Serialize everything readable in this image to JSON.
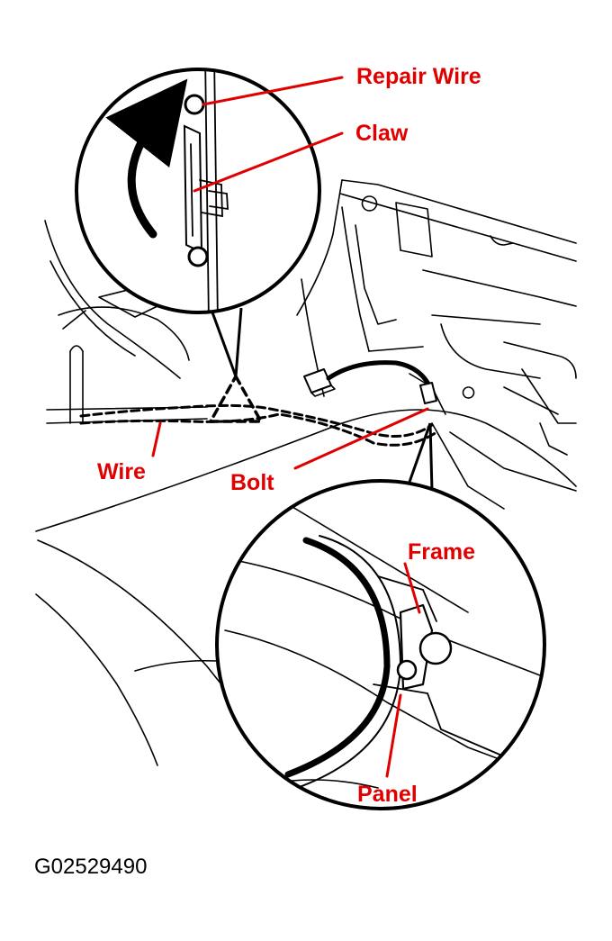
{
  "colors": {
    "callout_text": "#e00000",
    "leader_line": "#e00000",
    "line_art": "#000000",
    "background": "#ffffff"
  },
  "callouts": {
    "repair_wire": "Repair Wire",
    "claw": "Claw",
    "wire": "Wire",
    "bolt": "Bolt",
    "frame": "Frame",
    "panel": "Panel"
  },
  "figure_code": "G02529490"
}
